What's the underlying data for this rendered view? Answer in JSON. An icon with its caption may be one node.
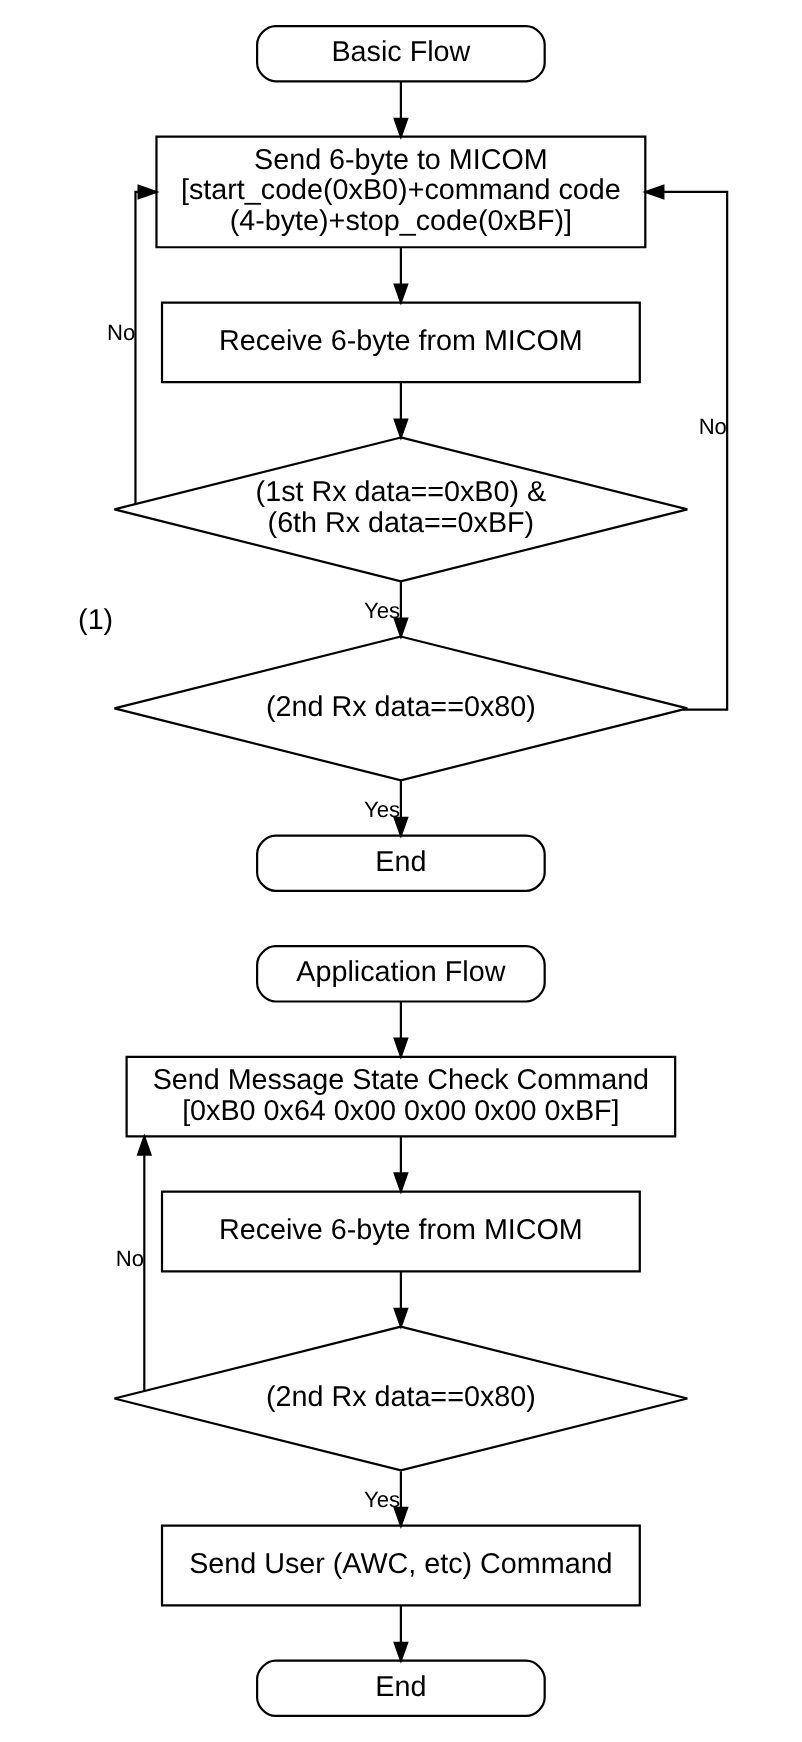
{
  "diagram": {
    "nodes": [
      {
        "text": [
          "Basic Flow"
        ]
      },
      {
        "text": [
          "Send 6-byte to MICOM [start_code(0xB0)+command code (4-byte)+stop_code(0xBF)]"
        ]
      },
      {
        "text": [
          "Receive 6-byte from MICOM"
        ]
      },
      {
        "text": [
          "(1st Rx data==0xB0) & (6th Rx data==0xBF)"
        ]
      },
      {
        "text": [
          "(2nd Rx data==0x80)"
        ],
        "beside": [
          "(1)"
        ]
      },
      {
        "text": [
          "End"
        ]
      },
      {
        "text": [
          "Application Flow"
        ]
      },
      {
        "text": [
          "Send Message State Check Command [0xB0 0x64 0x00 0x00 0x00 0xBF]"
        ]
      },
      {
        "text": [
          "Receive 6-byte from MICOM"
        ]
      },
      {
        "text": [
          "(2nd Rx data==0x80)"
        ]
      },
      {
        "text": [
          "Send User (AWC, etc) Command"
        ]
      },
      {
        "text": [
          "End"
        ]
      }
    ],
    "edges": [
      {
        "from": 0,
        "to": 1,
        "arrow": "to"
      },
      {
        "from": 1,
        "to": 2,
        "arrow": "to"
      },
      {
        "from": 2,
        "to": 3,
        "arrow": "to"
      },
      {
        "from": 3,
        "to": 1,
        "arrow": "to",
        "label": "No"
      },
      {
        "from": 3,
        "to": 4,
        "arrow": "to",
        "label": "Yes"
      },
      {
        "from": 4,
        "to": 1,
        "arrow": "to",
        "label": "No"
      },
      {
        "from": 4,
        "to": 5,
        "arrow": "to",
        "label": "Yes"
      },
      {
        "from": 6,
        "to": 7,
        "arrow": "to"
      },
      {
        "from": 7,
        "to": 8,
        "arrow": "to"
      },
      {
        "from": 8,
        "to": 9,
        "arrow": "to"
      },
      {
        "from": 9,
        "to": 7,
        "arrow": "to",
        "label": "No"
      },
      {
        "from": 9,
        "to": 10,
        "arrow": "to",
        "label": "Yes"
      },
      {
        "from": 10,
        "to": 11,
        "arrow": "to"
      }
    ]
  }
}
